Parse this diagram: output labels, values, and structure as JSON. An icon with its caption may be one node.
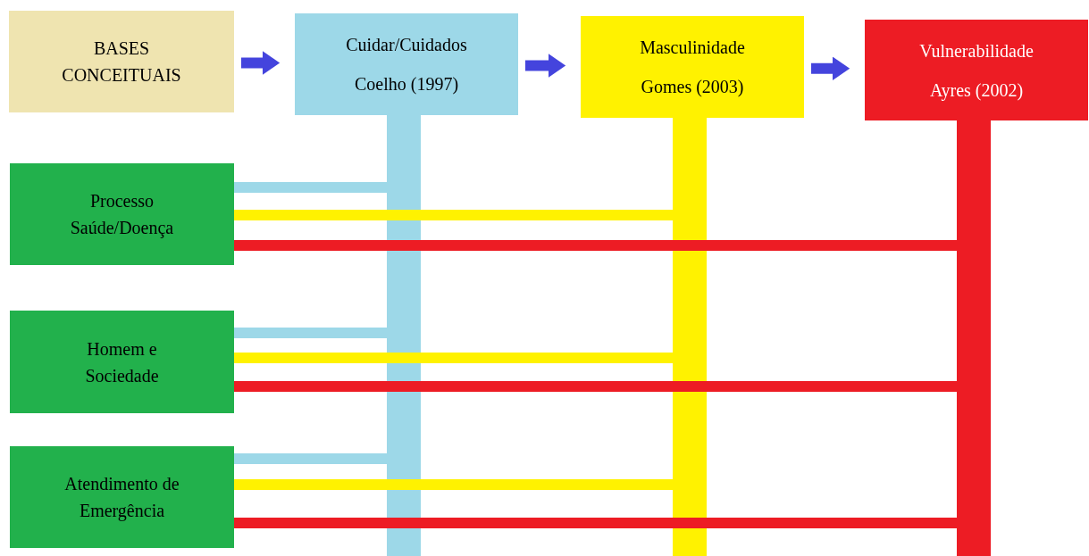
{
  "diagram": {
    "nodes": [
      {
        "text": [
          "BASES CONCEITUAIS"
        ]
      },
      {
        "text": [
          "Cuidar/Cuidados",
          "Coelho (1997)"
        ]
      },
      {
        "text": [
          "Masculinidade",
          "Gomes (2003)"
        ]
      },
      {
        "text": [
          "Vulnerabilidade",
          "Ayres (2002)"
        ]
      },
      {
        "text": [
          "Processo Saúde/Doença"
        ]
      },
      {
        "text": [
          "Homem e Sociedade"
        ]
      },
      {
        "text": [
          "Atendimento de Emergência"
        ]
      }
    ],
    "edges": [
      {
        "from": 0,
        "to": 1,
        "arrow": "to",
        "color": "#4444dd"
      },
      {
        "from": 1,
        "to": 2,
        "arrow": "to",
        "color": "#4444dd"
      },
      {
        "from": 2,
        "to": 3,
        "arrow": "to",
        "color": "#4444dd"
      },
      {
        "from": 4,
        "to": 1,
        "arrow": "none",
        "color": "#9dd8e8"
      },
      {
        "from": 4,
        "to": 2,
        "arrow": "none",
        "color": "#fff200"
      },
      {
        "from": 4,
        "to": 3,
        "arrow": "none",
        "color": "#ed1c24"
      },
      {
        "from": 5,
        "to": 1,
        "arrow": "none",
        "color": "#9dd8e8"
      },
      {
        "from": 5,
        "to": 2,
        "arrow": "none",
        "color": "#fff200"
      },
      {
        "from": 5,
        "to": 3,
        "arrow": "none",
        "color": "#ed1c24"
      },
      {
        "from": 6,
        "to": 1,
        "arrow": "none",
        "color": "#9dd8e8"
      },
      {
        "from": 6,
        "to": 2,
        "arrow": "none",
        "color": "#fff200"
      },
      {
        "from": 6,
        "to": 3,
        "arrow": "none",
        "color": "#ed1c24"
      }
    ]
  }
}
